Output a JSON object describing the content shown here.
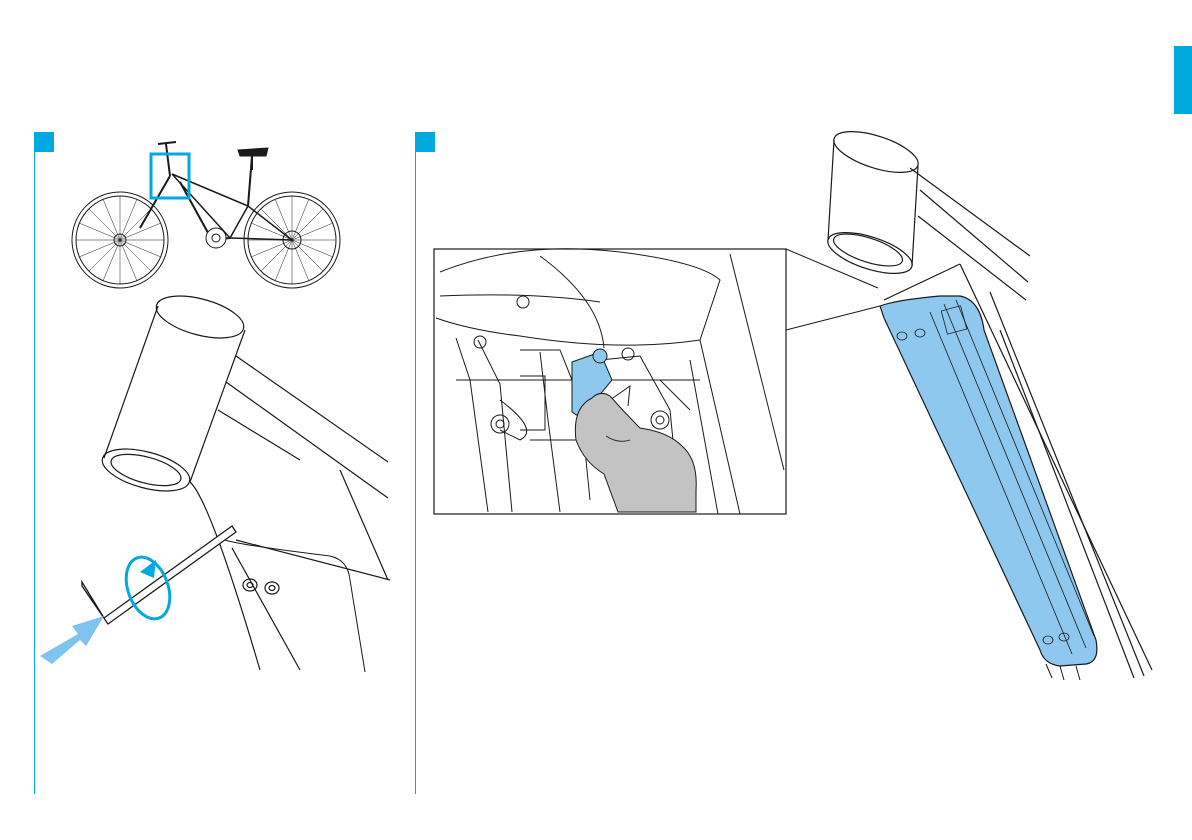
{
  "colors": {
    "accent": "#00a9e0",
    "highlight_fill": "#8ec8ee",
    "arrow_fill": "#80c3ee",
    "glove": "#c3c3c3",
    "line": "#1a1a1a"
  },
  "steps": [
    {
      "badge_icon": "square-step-marker",
      "illustration": "remove-cover-bolt-with-hex-key"
    },
    {
      "badge_icon": "square-step-marker",
      "illustration": "press-release-latch-and-remove-cover"
    }
  ],
  "page_tab_icon": "blue-edge-tab"
}
